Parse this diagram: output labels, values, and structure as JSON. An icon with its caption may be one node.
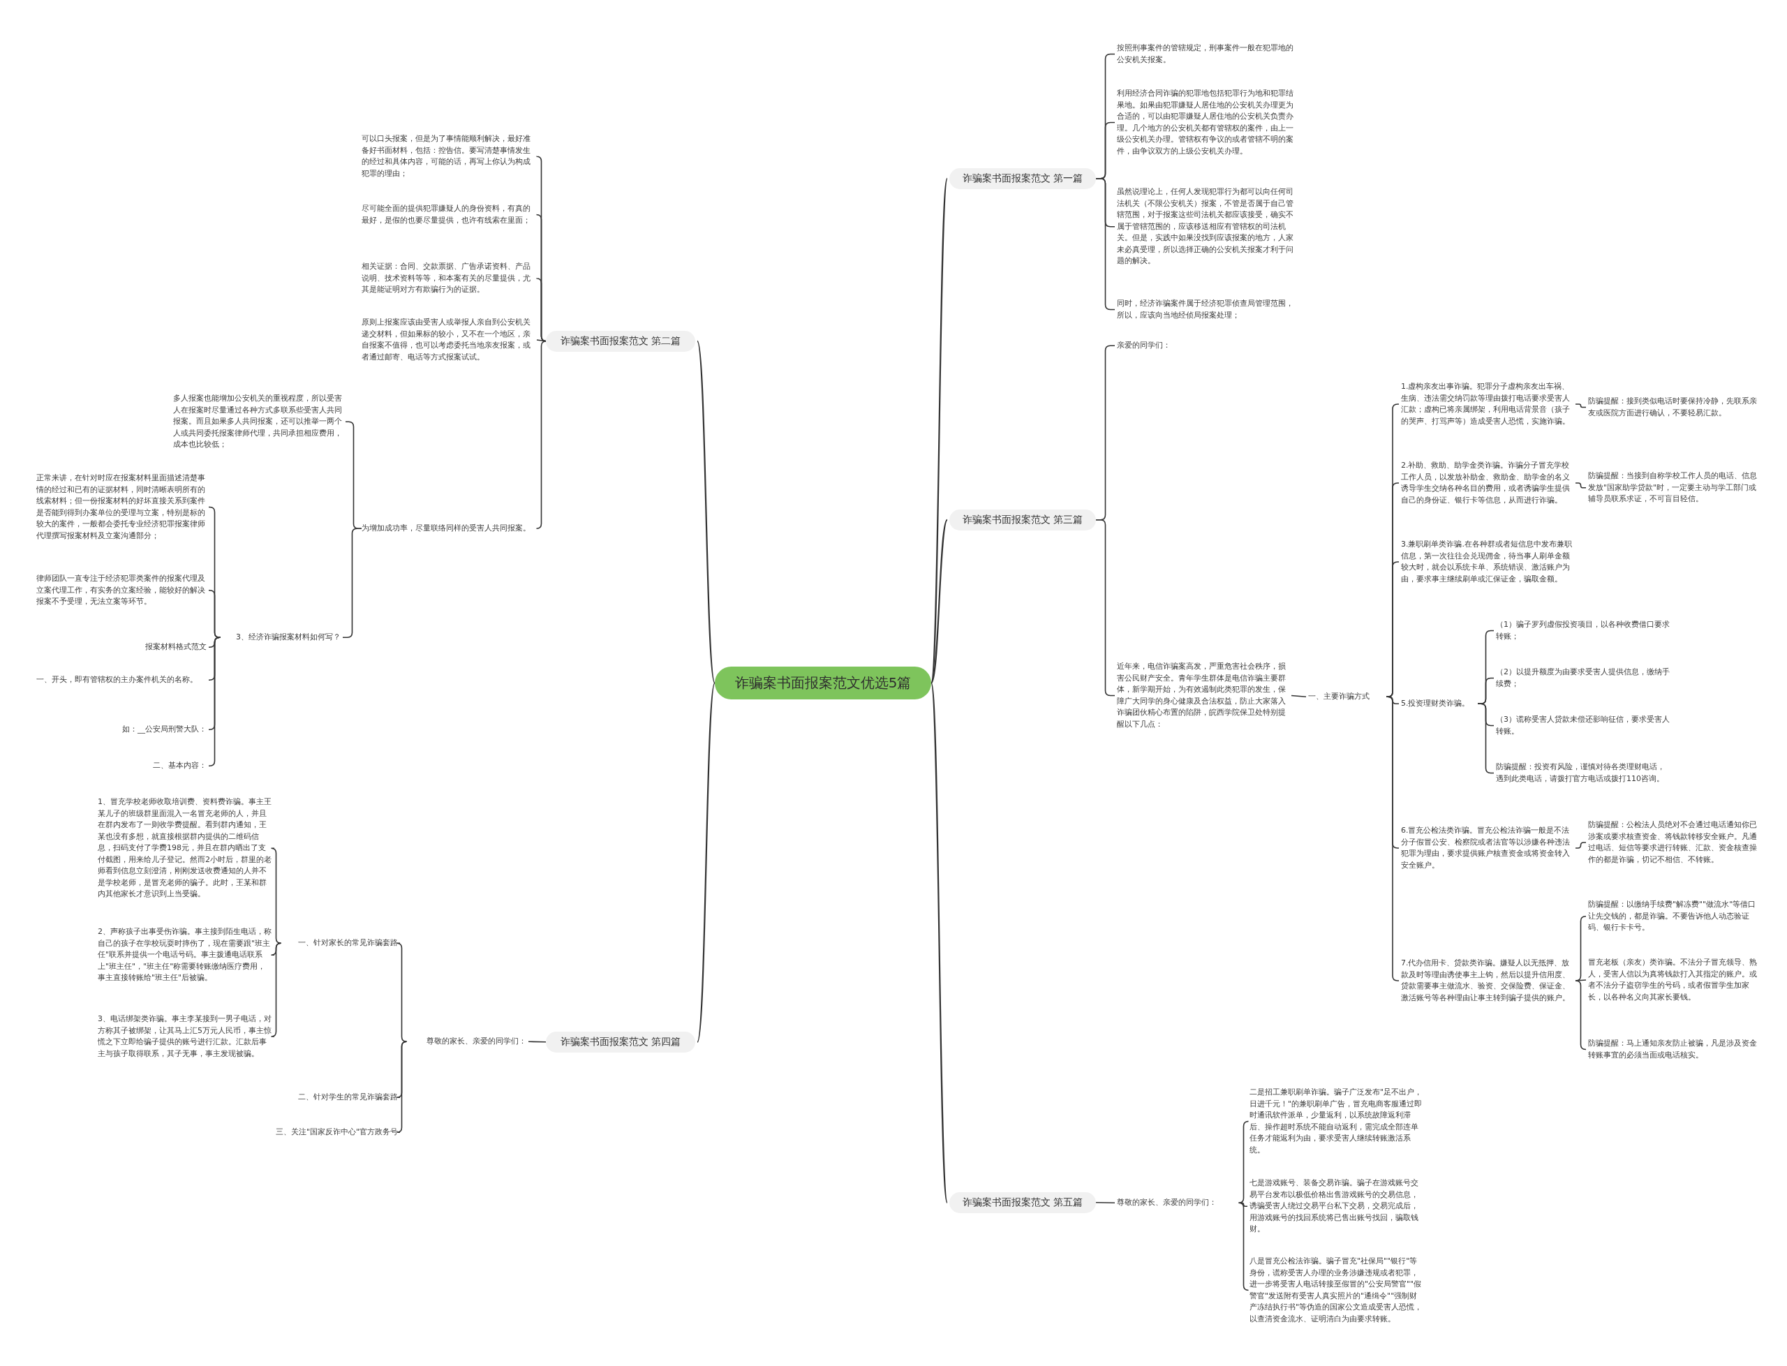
{
  "diagram": {
    "nodes": [
      {
        "text": [
          "诈骗案书面报案范文优选5篇"
        ]
      },
      {
        "text": [
          "诈骗案书面报案范文 第一篇"
        ]
      },
      {
        "text": [
          "按照刑事案件的管辖规定，刑事案件一般在犯罪地的公安机关报案。"
        ]
      },
      {
        "text": [
          "利用经济合同诈骗的犯罪地包括犯罪行为地和犯罪结果地。如果由犯罪嫌疑人居住地的公安机关办理更为合适的，可以由犯罪嫌疑人居住地的公安机关负责办理。几个地方的公安机关都有管辖权的案件，由上一级公安机关办理。管辖权有争议的或者管辖不明的案件，由争议双方的上级公安机关办理。"
        ]
      },
      {
        "text": [
          "虽然说理论上，任何人发现犯罪行为都可以向任何司法机关（不限公安机关）报案，不管是否属于自己管辖范围，对于报案这些司法机关都应该接受，确实不属于管辖范围的，应该移送相应有管辖权的司法机关。但是，实践中如果没找到应该报案的地方，人家未必真受理，所以选择正确的公安机关报案才利于问题的解决。"
        ]
      },
      {
        "text": [
          "同时，经济诈骗案件属于经济犯罪侦查局管理范围，所以，应该向当地经侦局报案处理；"
        ]
      },
      {
        "text": [
          "诈骗案书面报案范文 第二篇"
        ]
      },
      {
        "text": [
          "可以口头报案，但是为了事情能顺利解决，最好准备好书面材料，包括：控告信。要写清楚事情发生的经过和具体内容，可能的话，再写上你认为构成犯罪的理由；"
        ]
      },
      {
        "text": [
          "尽可能全面的提供犯罪嫌疑人的身份资料，有真的最好，是假的也要尽量提供，也许有线索在里面；"
        ]
      },
      {
        "text": [
          "相关证据：合同、交款票据、广告承诺资料、产品说明、技术资料等等，和本案有关的尽量提供，尤其是能证明对方有欺骗行为的证据。"
        ]
      },
      {
        "text": [
          "原则上报案应该由受害人或举报人亲自到公安机关递交材料，但如果标的较小，又不在一个地区，亲自报案不值得，也可以考虑委托当地亲友报案，或者通过邮寄、电话等方式报案试试。"
        ]
      },
      {
        "text": [
          "为增加成功率，尽量联络同样的受害人共同报案。"
        ]
      },
      {
        "text": [
          "多人报案也能增加公安机关的重视程度，所以受害人在报案时尽量通过各种方式多联系些受害人共同报案。而且如果多人共同报案，还可以推举一两个人或共同委托报案律师代理，共同承担相应费用，成本也比较低；"
        ]
      },
      {
        "text": [
          "3、经济诈骗报案材料如何写？"
        ]
      },
      {
        "text": [
          "正常来讲，在针对时应在报案材料里面描述清楚事情的经过和已有的证据材料，同时清晰表明所有的线索材料；但一份报案材料的好坏直接关系到案件是否能到得到办案单位的受理与立案，特别是标的较大的案件，一般都会委托专业经济犯罪报案律师代理撰写报案材料及立案沟通部分；"
        ]
      },
      {
        "text": [
          "律师团队一直专注于经济犯罪类案件的报案代理及立案代理工作，有实务的立案经验，能较好的解决报案不予受理，无法立案等环节。"
        ]
      },
      {
        "text": [
          "报案材料格式范文"
        ]
      },
      {
        "text": [
          "一、开头，即有管辖权的主办案件机关的名称。"
        ]
      },
      {
        "text": [
          "如：__公安局刑警大队："
        ]
      },
      {
        "text": [
          "二、基本内容："
        ]
      },
      {
        "text": [
          "诈骗案书面报案范文 第三篇"
        ]
      },
      {
        "text": [
          "亲爱的同学们："
        ]
      },
      {
        "text": [
          "近年来，电信诈骗案高发，严重危害社会秩序，损害公民财产安全。青年学生群体是电信诈骗主要群体，新学期开始，为有效遏制此类犯罪的发生，保障广大同学的身心健康及合法权益，防止大家落入诈骗团伙精心布置的陷阱，皖西学院保卫处特别提醒以下几点："
        ]
      },
      {
        "text": [
          "一、主要诈骗方式"
        ]
      },
      {
        "text": [
          "1.虚构亲友出事诈骗。犯罪分子虚构亲友出车祸、生病、违法需交纳罚款等理由拨打电话要求受害人汇款；虚构已将亲属绑架，利用电话背景音（孩子的哭声、打骂声等）造成受害人恐慌，实施诈骗。"
        ]
      },
      {
        "text": [
          "防骗提醒：接到类似电话时要保持冷静，先联系亲友或医院方面进行确认，不要轻易汇款。"
        ]
      },
      {
        "text": [
          "2.补助、救助、助学金类诈骗。诈骗分子冒充学校工作人员，以发放补助金、救助金、助学金的名义诱导学生交纳各种名目的费用，或者诱骗学生提供自己的身份证、银行卡等信息，从而进行诈骗。"
        ]
      },
      {
        "text": [
          "防骗提醒：当接到自称学校工作人员的电话、信息发放\"国家助学贷款\"时，一定要主动与学工部门或辅导员联系求证，不可盲目轻信。"
        ]
      },
      {
        "text": [
          "3.兼职刷单类诈骗.在各种群或者短信息中发布兼职信息，第一次往往会兑现佣金，待当事人刷单金额较大时，就会以系统卡单、系统错误、激活账户为由，要求事主继续刷单或汇保证金，骗取金额。"
        ]
      },
      {
        "text": [
          "5.投资理财类诈骗。"
        ]
      },
      {
        "text": [
          "（1）骗子罗列虚假投资项目，以各种收费借口要求转账；"
        ]
      },
      {
        "text": [
          "（2）以提升额度为由要求受害人提供信息，缴纳手续费；"
        ]
      },
      {
        "text": [
          "（3）谎称受害人贷款未偿还影响征信，要求受害人转账。"
        ]
      },
      {
        "text": [
          "防骗提醒：投资有风险，谨慎对待各类理财电话，遇到此类电话，请拨打官方电话或拨打110咨询。"
        ]
      },
      {
        "text": [
          "6.冒充公检法类诈骗。冒充公检法诈骗一般是不法分子假冒公安、检察院或者法官等以涉嫌各种违法犯罪为理由，要求提供账户核查资金或将资金转入安全账户。"
        ]
      },
      {
        "text": [
          "防骗提醒：公检法人员绝对不会通过电话通知你已涉案或要求核查资金、将钱款转移安全账户。凡通过电话、短信等要求进行转账、汇款、资金核查操作的都是诈骗，切记不相信、不转账。"
        ]
      },
      {
        "text": [
          "7.代办信用卡、贷款类诈骗。嫌疑人以无抵押、放款及时等理由诱使事主上钩，然后以提升信用度、贷款需要事主做流水、验资、交保险费、保证金、激活账号等各种理由让事主转到骗子提供的账户。"
        ]
      },
      {
        "text": [
          "防骗提醒：以缴纳手续费\"解冻费\"\"做流水\"等借口让先交钱的，都是诈骗。不要告诉他人动态验证码、银行卡卡号。"
        ]
      },
      {
        "text": [
          "冒充老板（亲友）类诈骗。不法分子冒充领导、熟人，受害人信以为真将钱款打入其指定的账户。或者不法分子盗窃学生的号码，或者假冒学生加家长，以各种名义向其家长要钱。"
        ]
      },
      {
        "text": [
          "防骗提醒：马上通知亲友防止被骗，凡是涉及资金转账事宜的必须当面或电话核实。"
        ]
      },
      {
        "text": [
          "诈骗案书面报案范文 第四篇"
        ]
      },
      {
        "text": [
          "尊敬的家长、亲爱的同学们："
        ]
      },
      {
        "text": [
          "一、针对家长的常见诈骗套路"
        ]
      },
      {
        "text": [
          "1、冒充学校老师收取培训费、资料费诈骗。事主王某儿子的班级群里面混入一名冒充老师的人，并且在群内发布了一则收学费提醒。看到群内通知，王某也没有多想，就直接根据群内提供的二维码信息，扫码支付了学费198元，并且在群内晒出了支付截图，用来给儿子登记。然而2小时后，群里的老师看到信息立刻澄清，刚刚发送收费通知的人并不是学校老师，是冒充老师的骗子。此时，王某和群内其他家长才意识到上当受骗。"
        ]
      },
      {
        "text": [
          "2、声称孩子出事受伤诈骗。事主接到陌生电话，称自己的孩子在学校玩耍时摔伤了，现在需要跟\"班主任\"联系并提供一个电话号码。事主拨通电话联系上\"班主任\"，\"班主任\"称需要转账缴纳医疗费用，事主直接转账给\"班主任\"后被骗。"
        ]
      },
      {
        "text": [
          "3、电话绑架类诈骗。事主李某接到一男子电话，对方称其子被绑架，让其马上汇5万元人民币，事主惊慌之下立即给骗子提供的账号进行汇款。汇款后事主与孩子取得联系，其子无事，事主发现被骗。"
        ]
      },
      {
        "text": [
          "二、针对学生的常见诈骗套路"
        ]
      },
      {
        "text": [
          "三、关注\"国家反诈中心\"官方政务号"
        ]
      },
      {
        "text": [
          "诈骗案书面报案范文 第五篇"
        ]
      },
      {
        "text": [
          "尊敬的家长、亲爱的同学们："
        ]
      },
      {
        "text": [
          "二是招工兼职刷单诈骗。骗子广泛发布\"足不出户，日进千元！\"的兼职刷单广告，冒充电商客服通过即时通讯软件派单，少量返利，以系统故障返利滞后、操作超时系统不能自动返利，需完成全部连单任务才能返利为由，要求受害人继续转账激活系统。"
        ]
      },
      {
        "text": [
          "七是游戏账号、装备交易诈骗。骗子在游戏账号交易平台发布以极低价格出售游戏账号的交易信息，诱骗受害人绕过交易平台私下交易，交易完成后，用游戏账号的找回系统将已售出账号找回，骗取钱财。"
        ]
      },
      {
        "text": [
          "八是冒充公检法诈骗。骗子冒充\"社保局\"\"银行\"等身份，谎称受害人办理的业务涉嫌违规或者犯罪，进一步将受害人电话转接至假冒的\"公安局警官\"\"假警官\"发送附有受害人真实照片的\"通缉令\"\"强制财产冻结执行书\"等伪造的国家公文造成受害人恐慌，以查清资金流水、证明清白为由要求转账。"
        ]
      }
    ],
    "edges": [
      {
        "from": 0,
        "to": 1,
        "arrow": "none"
      },
      {
        "from": 0,
        "to": 6,
        "arrow": "none"
      },
      {
        "from": 0,
        "to": 20,
        "arrow": "none"
      },
      {
        "from": 0,
        "to": 40,
        "arrow": "none"
      },
      {
        "from": 0,
        "to": 48,
        "arrow": "none"
      },
      {
        "from": 1,
        "to": 2,
        "arrow": "none"
      },
      {
        "from": 1,
        "to": 3,
        "arrow": "none"
      },
      {
        "from": 1,
        "to": 4,
        "arrow": "none"
      },
      {
        "from": 1,
        "to": 5,
        "arrow": "none"
      },
      {
        "from": 6,
        "to": 7,
        "arrow": "none"
      },
      {
        "from": 6,
        "to": 8,
        "arrow": "none"
      },
      {
        "from": 6,
        "to": 9,
        "arrow": "none"
      },
      {
        "from": 6,
        "to": 10,
        "arrow": "none"
      },
      {
        "from": 6,
        "to": 11,
        "arrow": "none"
      },
      {
        "from": 11,
        "to": 12,
        "arrow": "none"
      },
      {
        "from": 11,
        "to": 13,
        "arrow": "none"
      },
      {
        "from": 13,
        "to": 14,
        "arrow": "none"
      },
      {
        "from": 13,
        "to": 15,
        "arrow": "none"
      },
      {
        "from": 13,
        "to": 16,
        "arrow": "none"
      },
      {
        "from": 13,
        "to": 17,
        "arrow": "none"
      },
      {
        "from": 13,
        "to": 18,
        "arrow": "none"
      },
      {
        "from": 13,
        "to": 19,
        "arrow": "none"
      },
      {
        "from": 20,
        "to": 21,
        "arrow": "none"
      },
      {
        "from": 20,
        "to": 22,
        "arrow": "none"
      },
      {
        "from": 22,
        "to": 23,
        "arrow": "none"
      },
      {
        "from": 23,
        "to": 24,
        "arrow": "none"
      },
      {
        "from": 23,
        "to": 26,
        "arrow": "none"
      },
      {
        "from": 23,
        "to": 28,
        "arrow": "none"
      },
      {
        "from": 23,
        "to": 29,
        "arrow": "none"
      },
      {
        "from": 23,
        "to": 34,
        "arrow": "none"
      },
      {
        "from": 23,
        "to": 36,
        "arrow": "none"
      },
      {
        "from": 24,
        "to": 25,
        "arrow": "none"
      },
      {
        "from": 26,
        "to": 27,
        "arrow": "none"
      },
      {
        "from": 29,
        "to": 30,
        "arrow": "none"
      },
      {
        "from": 29,
        "to": 31,
        "arrow": "none"
      },
      {
        "from": 29,
        "to": 32,
        "arrow": "none"
      },
      {
        "from": 29,
        "to": 33,
        "arrow": "none"
      },
      {
        "from": 34,
        "to": 35,
        "arrow": "none"
      },
      {
        "from": 36,
        "to": 37,
        "arrow": "none"
      },
      {
        "from": 36,
        "to": 38,
        "arrow": "none"
      },
      {
        "from": 36,
        "to": 39,
        "arrow": "none"
      },
      {
        "from": 40,
        "to": 41,
        "arrow": "none"
      },
      {
        "from": 41,
        "to": 42,
        "arrow": "none"
      },
      {
        "from": 41,
        "to": 46,
        "arrow": "none"
      },
      {
        "from": 41,
        "to": 47,
        "arrow": "none"
      },
      {
        "from": 42,
        "to": 43,
        "arrow": "none"
      },
      {
        "from": 42,
        "to": 44,
        "arrow": "none"
      },
      {
        "from": 42,
        "to": 45,
        "arrow": "none"
      },
      {
        "from": 48,
        "to": 49,
        "arrow": "none"
      },
      {
        "from": 49,
        "to": 50,
        "arrow": "none"
      },
      {
        "from": 49,
        "to": 51,
        "arrow": "none"
      },
      {
        "from": 49,
        "to": 52,
        "arrow": "none"
      }
    ]
  }
}
